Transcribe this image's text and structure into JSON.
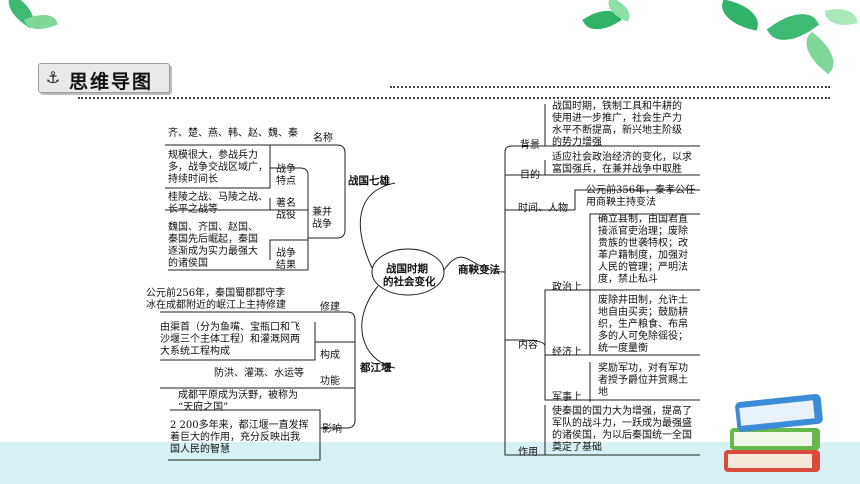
{
  "header": {
    "title": "思维导图",
    "icon": "anchor-icon"
  },
  "colors": {
    "leaf_green": "#2fb36a",
    "leaf_light": "#7fd89a",
    "bottom_bar": "#d7f0f4",
    "book_blue": "#3b8bd6",
    "book_green": "#67b84a",
    "book_red": "#d94b3d"
  },
  "center": {
    "line1": "战国时期",
    "line2": "的社会变化"
  },
  "left": {
    "qixiong": {
      "title": "战国七雄",
      "mingcheng": {
        "label": "名称",
        "text": "齐、楚、燕、韩、赵、魏、秦"
      },
      "jianbing": {
        "label_line1": "兼并",
        "label_line2": "战争",
        "tedian": {
          "label_line1": "战争",
          "label_line2": "特点",
          "text": [
            "规模很大，参战兵力",
            "多，战争交战区域广，",
            "持续时间长"
          ]
        },
        "zhanyi": {
          "label_line1": "著名",
          "label_line2": "战役",
          "text": [
            "桂陵之战、马陵之战、",
            "长平之战等"
          ]
        },
        "jieguo": {
          "label_line1": "战争",
          "label_line2": "结果",
          "text": [
            "魏国、齐国、赵国、",
            "秦国先后崛起，秦国",
            "逐渐成为实力最强大",
            "的诸侯国"
          ]
        }
      }
    },
    "dujiangyan": {
      "title": "都江堰",
      "xiujian": {
        "label": "修建",
        "text": [
          "公元前256年，秦国蜀郡郡守李",
          "冰在成都附近的岷江上主持修建"
        ]
      },
      "goucheng": {
        "label": "构成",
        "text": [
          "由渠首（分为鱼嘴、宝瓶口和飞",
          "沙堰三个主体工程）和灌溉网两",
          "大系统工程构成"
        ]
      },
      "gongneng": {
        "label": "功能",
        "text": "防洪、灌溉、水运等"
      },
      "yingxiang": {
        "label": "影响",
        "text1": [
          "成都平原成为沃野，被称为",
          "“天府之国”"
        ],
        "text2": [
          "2 200多年来，都江堰一直发挥",
          "着巨大的作用，充分反映出我",
          "国人民的智慧"
        ]
      }
    }
  },
  "right": {
    "title": "商鞅变法",
    "beijing": {
      "label": "背景",
      "text": [
        "战国时期，铁制工具和牛耕的",
        "使用进一步推广，社会生产力",
        "水平不断提高，新兴地主阶级",
        "的势力增强"
      ]
    },
    "mudi": {
      "label": "目的",
      "text": [
        "适应社会政治经济的变化，以求",
        "富国强兵，在兼并战争中取胜"
      ]
    },
    "shijian": {
      "label": "时间、人物",
      "text": [
        "公元前356年，秦孝公任",
        "用商鞅主持变法"
      ]
    },
    "neirong": {
      "label": "内容",
      "zhengzhi": {
        "label": "政治上",
        "text": [
          "确立县制，由国君直",
          "接派官吏治理；废除",
          "贵族的世袭特权；改",
          "革户籍制度，加强对",
          "人民的管理；严明法",
          "度，禁止私斗"
        ]
      },
      "jingji": {
        "label": "经济上",
        "text": [
          "废除井田制，允许土",
          "地自由买卖；鼓励耕",
          "织，生产粮食、布帛",
          "多的人可免除徭役；",
          "统一度量衡"
        ]
      },
      "junshi": {
        "label": "军事上",
        "text": [
          "奖励军功，对有军功",
          "者授予爵位并赏赐土",
          "地"
        ]
      }
    },
    "zuoyong": {
      "label": "作用",
      "text": [
        "使秦国的国力大为增强，提高了",
        "军队的战斗力，一跃成为最强盛",
        "的诸侯国，为以后秦国统一全国",
        "奠定了基础"
      ]
    }
  }
}
